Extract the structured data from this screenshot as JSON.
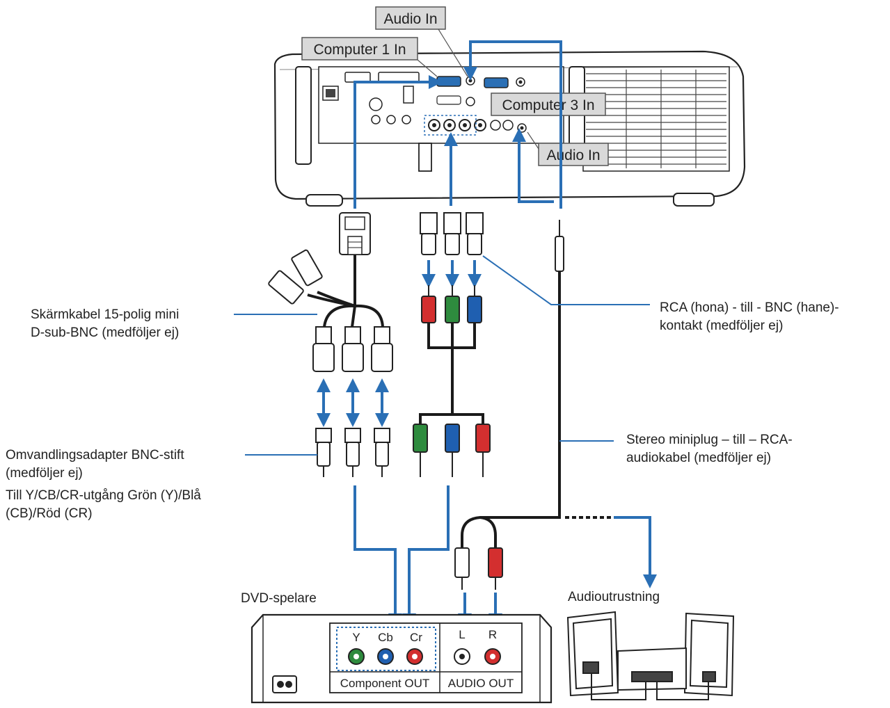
{
  "colors": {
    "arrow": "#2a6fb5",
    "cable": "#1a1a1a",
    "leader": "#2a6fb5",
    "rca_red": "#d32f2f",
    "rca_green": "#2e8b3e",
    "rca_blue": "#1f5fb0",
    "callout_bg": "#d9d9d9"
  },
  "icons": [
    "projector-icon",
    "dvd-player-icon",
    "speaker-icon",
    "bnc-connector-icon",
    "rca-plug-icon",
    "vga-connector-icon",
    "miniplug-icon"
  ],
  "callouts": {
    "audio_in_top": "Audio In",
    "computer1_in": "Computer 1 In",
    "computer3_in": "Computer 3 In",
    "audio_in_right": "Audio In"
  },
  "labels": {
    "vga_bnc_cable": [
      "Skärmkabel 15-polig mini",
      "D-sub-BNC (medföljer ej)"
    ],
    "rca_bnc_adapter": [
      "RCA (hona) - till - BNC (hane)-",
      "kontakt (medföljer ej)"
    ],
    "bnc_adapter": [
      "Omvandlingsadapter BNC-stift",
      "(medföljer ej)",
      "Till Y/CB/CR-utgång Grön (Y)/Blå",
      "(CB)/Röd (CR)"
    ],
    "stereo_cable": [
      "Stereo miniplug – till – RCA-",
      "audiokabel (medföljer ej)"
    ],
    "dvd_player": "DVD-spelare",
    "audio_equipment": "Audioutrustning"
  },
  "dvd": {
    "component_jacks": [
      "Y",
      "Cb",
      "Cr"
    ],
    "component_label": "Component OUT",
    "audio_jacks": [
      "L",
      "R"
    ],
    "audio_label": "AUDIO OUT"
  }
}
